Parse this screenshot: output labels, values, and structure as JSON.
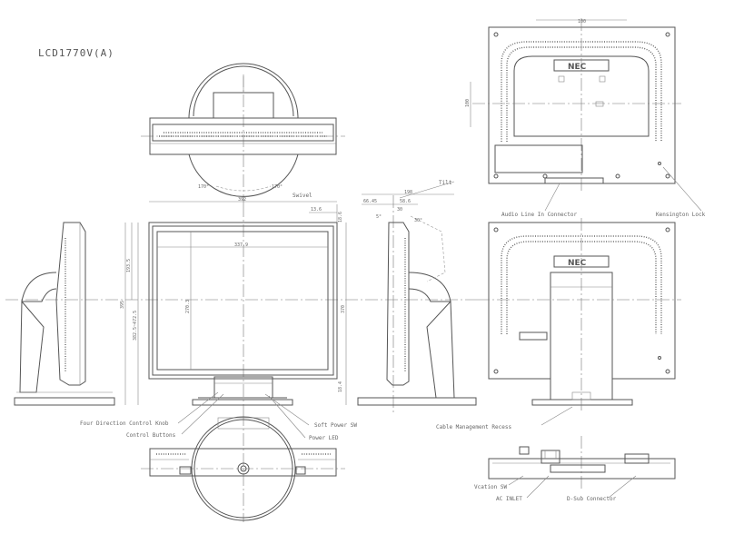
{
  "title": "LCD1770V(A)",
  "swivel": {
    "label": "Swivel",
    "left_angle": "170°",
    "right_angle": "170°"
  },
  "tilt": {
    "label": "Tilt"
  },
  "brand": "NEC",
  "front_dimensions": {
    "overall_width": "392",
    "display_width": "337.9",
    "display_height": "270.3",
    "bezel_top": "13.6",
    "bezel_side": "18.6",
    "bezel_bottom": "18.4",
    "height_range": "382.5~472.5",
    "upper_height": "193.5",
    "total_height": "395",
    "center_height": "370"
  },
  "side_dimensions": {
    "depth": "198",
    "front_offset": "66.45",
    "stand_offset": "58.6",
    "offset_b": "30",
    "tilt_angle": "30°",
    "forward_angle": "5°"
  },
  "rear_dimensions": {
    "vesa_h": "100",
    "vesa_v": "100"
  },
  "callouts": {
    "four_direction_knob": "Four Direction Control Knob",
    "control_buttons": "Control Buttons",
    "soft_power_sw": "Soft Power SW",
    "power_led": "Power LED",
    "audio_line_in": "Audio Line In Connector",
    "kensington_lock": "Kensington Lock",
    "cable_management": "Cable Management Recess",
    "vcation_sw": "Vcation SW",
    "ac_inlet": "AC INLET",
    "dsub": "D-Sub Connector"
  }
}
